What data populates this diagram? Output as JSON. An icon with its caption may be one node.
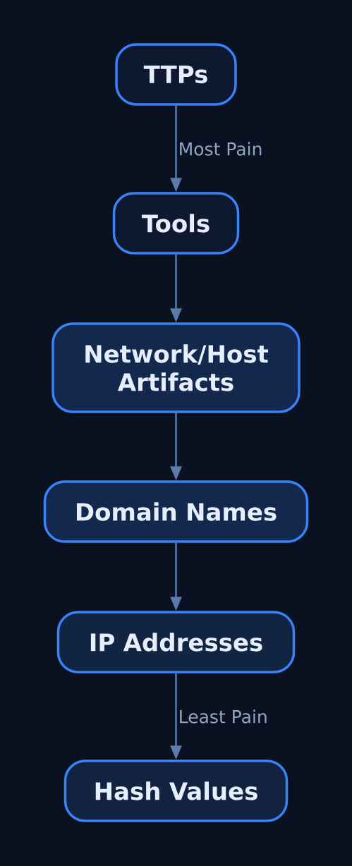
{
  "diagram": {
    "nodes": [
      {
        "text": [
          "TTPs"
        ]
      },
      {
        "text": [
          "Tools"
        ]
      },
      {
        "text": [
          "Network/Host Artifacts"
        ]
      },
      {
        "text": [
          "Domain Names"
        ]
      },
      {
        "text": [
          "IP Addresses"
        ]
      },
      {
        "text": [
          "Hash Values"
        ]
      }
    ],
    "edges": [
      {
        "from": 0,
        "to": 1,
        "arrow": "to",
        "label": "Most Pain"
      },
      {
        "from": 1,
        "to": 2,
        "arrow": "to"
      },
      {
        "from": 2,
        "to": 3,
        "arrow": "to"
      },
      {
        "from": 3,
        "to": 4,
        "arrow": "to"
      },
      {
        "from": 4,
        "to": 5,
        "arrow": "to",
        "label": "Least Pain"
      }
    ]
  }
}
